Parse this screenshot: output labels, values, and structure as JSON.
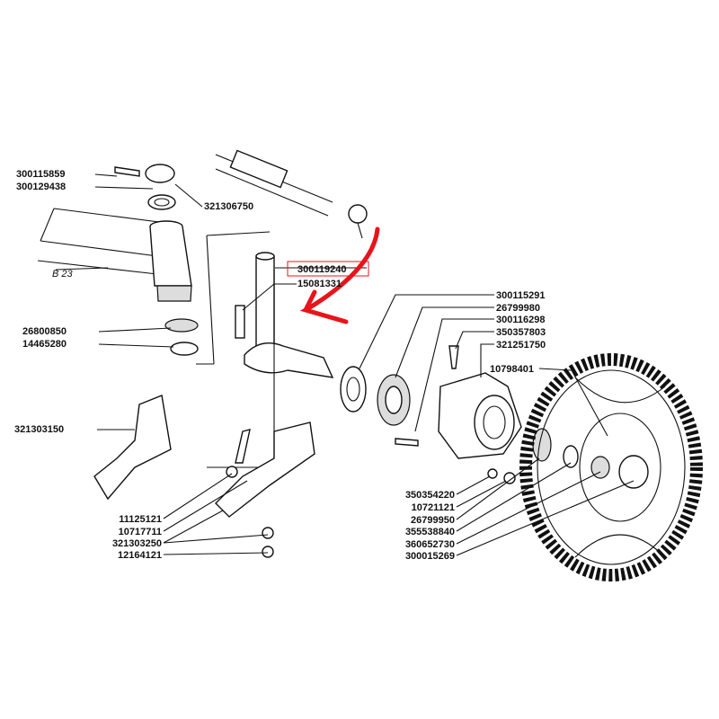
{
  "title_box_label": "300119240",
  "labels_left": {
    "a": "300115859",
    "b": "300129438",
    "c": "321306750",
    "beam": "B 23",
    "d": "26800850",
    "e": "14465280",
    "f": "321303150"
  },
  "labels_center": {
    "highlighted": "300119240",
    "bolt": "15081331"
  },
  "labels_right": [
    "300115291",
    "26799980",
    "300116298",
    "350357803",
    "321251750",
    "10798401"
  ],
  "labels_bottom_mid": [
    "350354220",
    "10721121",
    "26799950",
    "355538840",
    "360652730",
    "300015269"
  ],
  "labels_bottom_left": [
    "11125121",
    "10717711",
    "321303250",
    "12164121"
  ],
  "colors": {
    "highlight": "#e8141b",
    "ink": "#111111"
  }
}
